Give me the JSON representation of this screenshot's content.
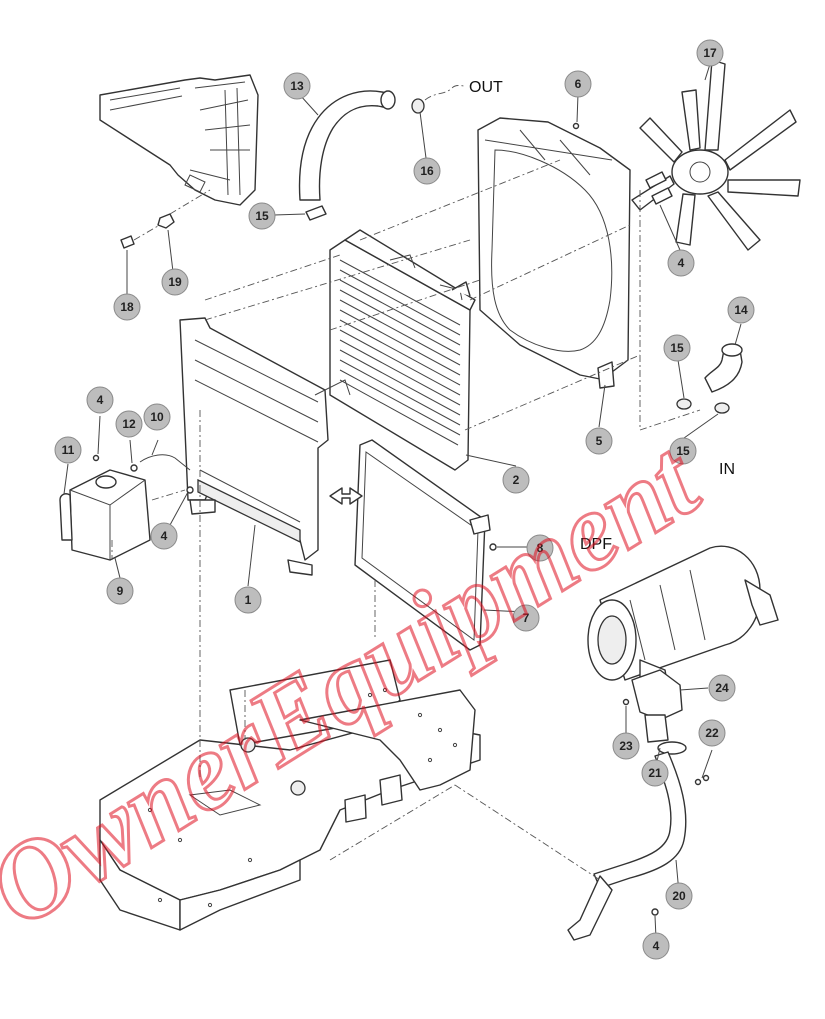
{
  "labels": {
    "out": "OUT",
    "in": "IN",
    "dpf": "DPF"
  },
  "watermark": {
    "text": "OwnerEquipment",
    "color": "#e01020"
  },
  "callouts": [
    "1",
    "2",
    "4",
    "4",
    "4",
    "4",
    "5",
    "6",
    "7",
    "8",
    "9",
    "10",
    "11",
    "12",
    "13",
    "14",
    "15",
    "15",
    "15",
    "16",
    "17",
    "18",
    "19",
    "20",
    "21",
    "22",
    "23",
    "24"
  ],
  "colors": {
    "callout_fill": "#bdbdbd",
    "line": "#333333"
  }
}
